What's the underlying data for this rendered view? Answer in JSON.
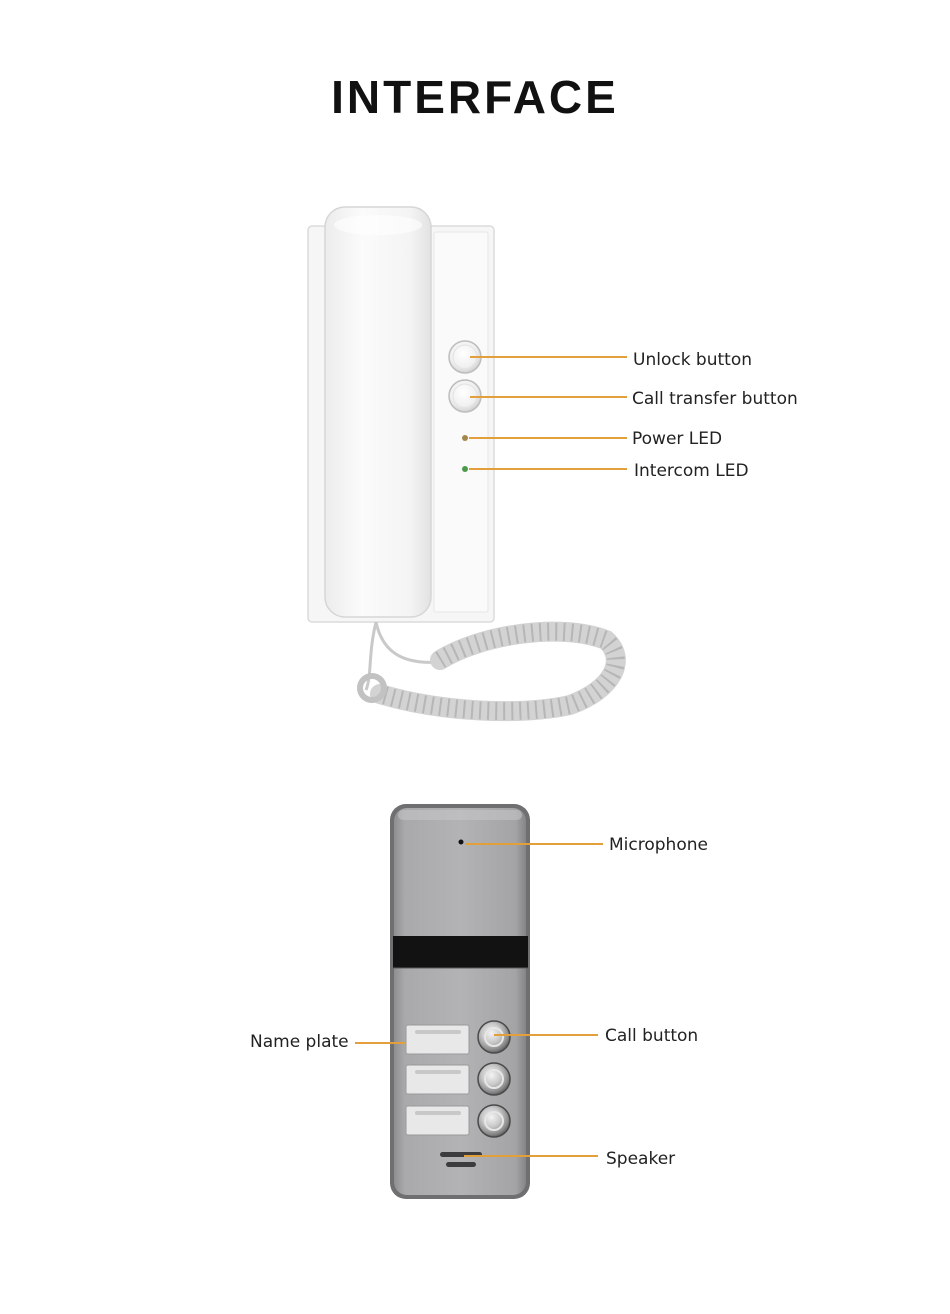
{
  "title": "INTERFACE",
  "colors": {
    "leader": "#e3a03a",
    "phone_body": "#f7f7f7",
    "panel_body": "#a7a7a9",
    "panel_band": "#121212",
    "led_power": "#a4884a",
    "led_intercom": "#4a9a4a"
  },
  "indoor_phone": {
    "labels": {
      "unlock": "Unlock button",
      "call_transfer": "Call transfer button",
      "power_led": "Power LED",
      "intercom_led": "Intercom LED"
    }
  },
  "door_panel": {
    "labels": {
      "microphone": "Microphone",
      "call_button": "Call button",
      "name_plate": "Name plate",
      "speaker": "Speaker"
    }
  }
}
